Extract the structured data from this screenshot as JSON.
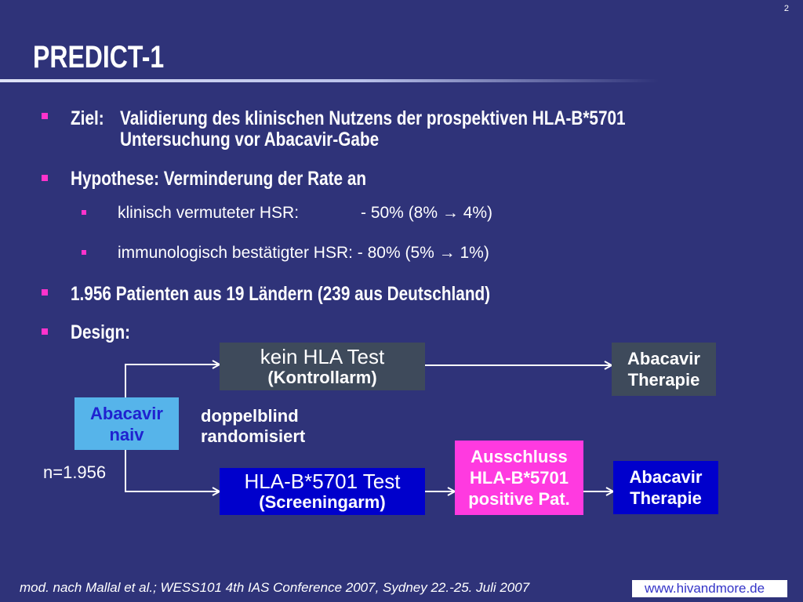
{
  "slide": {
    "page_number": "2",
    "title": "PREDICT-1"
  },
  "bullets": {
    "ziel": {
      "label": "Ziel:",
      "line1": "Validierung des klinischen Nutzens der prospektiven HLA-B*5701",
      "line2": "Untersuchung vor Abacavir-Gabe"
    },
    "hypothese": "Hypothese: Verminderung der Rate an",
    "sub_bullets": [
      {
        "label": "klinisch vermuteter HSR:",
        "value": "- 50% (8% → 4%)"
      },
      {
        "text": "immunologisch bestätigter HSR: - 80% (5% → 1%)"
      }
    ],
    "patienten": "1.956 Patienten aus 19 Ländern (239 aus Deutschland)",
    "design": "Design:"
  },
  "diagram": {
    "start_box": {
      "line1": "Abacavir",
      "line2": "naiv"
    },
    "randomization_note": {
      "line1": "doppelblind",
      "line2": "randomisiert"
    },
    "sample_size": "n=1.956",
    "control_arm": {
      "title": "kein HLA Test",
      "subtitle": "(Kontrollarm)"
    },
    "control_therapy": {
      "line1": "Abacavir",
      "line2": "Therapie"
    },
    "screening_arm": {
      "title": "HLA-B*5701 Test",
      "subtitle": "(Screeningarm)"
    },
    "exclusion": {
      "line1": "Ausschluss",
      "line2": "HLA-B*5701",
      "line3": "positive Pat."
    },
    "screening_therapy": {
      "line1": "Abacavir",
      "line2": "Therapie"
    }
  },
  "footer": {
    "citation": "mod. nach Mallal et al.; WESS101 4th IAS Conference 2007, Sydney 22.-25. Juli 2007",
    "website": "www.hivandmore.de"
  },
  "colors": {
    "background": "#2f3379",
    "bullet": "#ff33cc",
    "control_box": "#3e4a5b",
    "start_box": "#56b4ea",
    "start_text": "#1f22d0",
    "screening_box": "#0000cc",
    "exclusion_box": "#ff3ae0",
    "website_text": "#3434c8"
  }
}
